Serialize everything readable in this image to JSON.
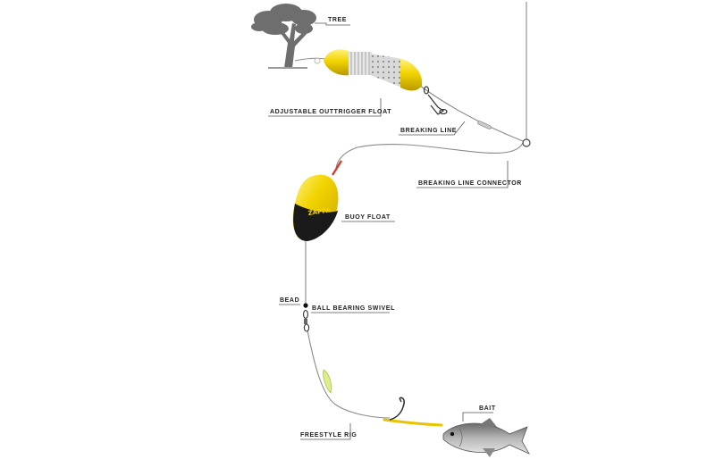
{
  "labels": {
    "tree": "TREE",
    "outrigger": "ADJUSTABLE OUTTRIGGER FLOAT",
    "breaking_line": "BREAKING LINE",
    "connector": "BREAKING LINE CONNECTOR",
    "buoy": "BUOY FLOAT",
    "bead": "BEAD",
    "swivel": "BALL BEARING SWIVEL",
    "rig": "FREESTYLE RIG",
    "bait": "BAIT"
  },
  "float_brand": "ZAPPA",
  "colors": {
    "float_yellow": "#f2d400",
    "float_black": "#1a1a1a",
    "line_grey": "#8a8a8a",
    "tree_grey": "#6e6e6e",
    "tip_red": "#d83a2a"
  }
}
